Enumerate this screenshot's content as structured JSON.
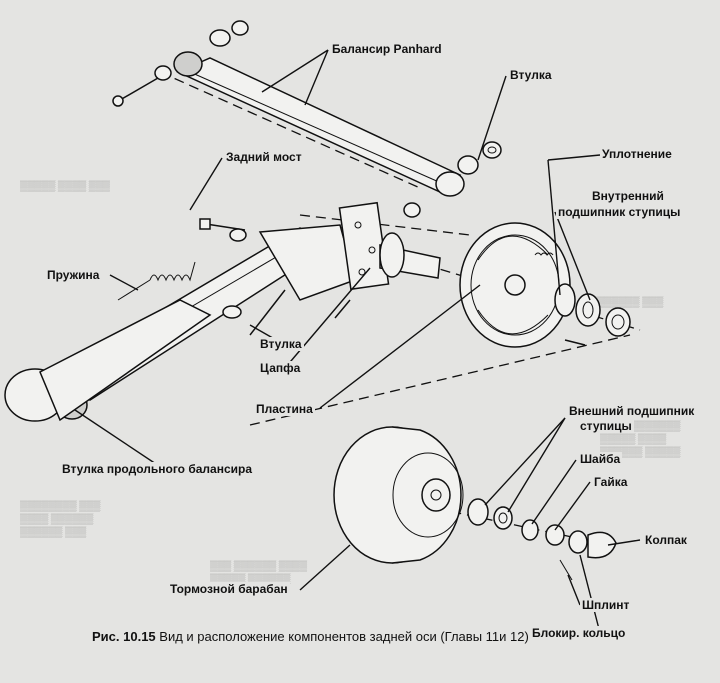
{
  "labels": {
    "panhard": "Балансир Panhard",
    "bushing_top": "Втулка",
    "rear_axle": "Задний мост",
    "seal": "Уплотнение",
    "inner_bearing_line1": "Внутренний",
    "inner_bearing_line2": "подшипник ступицы",
    "spring": "Пружина",
    "bushing_mid": "Втулка",
    "stub_axle": "Цапфа",
    "plate": "Пластина",
    "outer_bearing_line1": "Внешний подшипник",
    "outer_bearing_line2": "ступицы",
    "washer": "Шайба",
    "nut": "Гайка",
    "cap": "Колпак",
    "trailing_arm_bushing": "Втулка продольного балансира",
    "brake_drum": "Тормозной барабан",
    "cotter_pin": "Шплинт",
    "lock_ring": "Блокир. кольцо"
  },
  "caption": {
    "figure": "Рис. 10.15",
    "text": "Вид и расположение компонентов задней оси (Главы 11и 12)"
  },
  "colors": {
    "paper": "#e4e4e2",
    "ink": "#111111",
    "bleed": "#9a9a98"
  }
}
